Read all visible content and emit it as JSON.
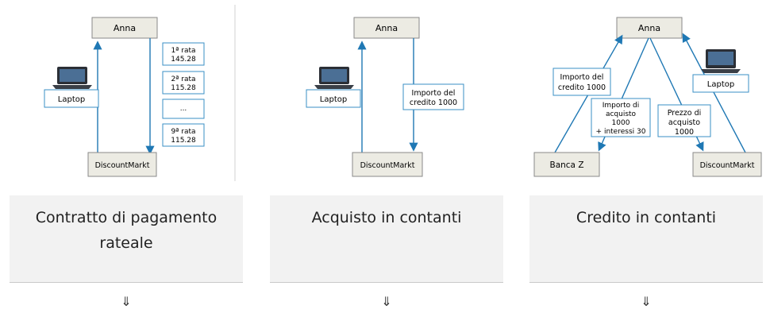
{
  "columns": [
    {
      "caption": "Contratto di pagamento rateale",
      "arrow": "⇓",
      "nodes": {
        "anna": "Anna",
        "shop": "DiscountMarkt",
        "laptop": "Laptop"
      },
      "installments": [
        {
          "label": "1ª rata",
          "amount": "145.28"
        },
        {
          "label": "2ª rata",
          "amount": "115.28"
        },
        {
          "label": "...",
          "amount": ""
        },
        {
          "label": "9ª rata",
          "amount": "115.28"
        }
      ]
    },
    {
      "caption": "Acquisto in contanti",
      "arrow": "⇓",
      "nodes": {
        "anna": "Anna",
        "shop": "DiscountMarkt",
        "laptop": "Laptop"
      },
      "flow_label": [
        "Importo del",
        "credito 1000"
      ]
    },
    {
      "caption": "Credito in contanti",
      "arrow": "⇓",
      "nodes": {
        "anna": "Anna",
        "bank": "Banca Z",
        "shop": "DiscountMarkt",
        "laptop": "Laptop"
      },
      "credit_label": [
        "Importo del",
        "credito 1000"
      ],
      "repay_label": [
        "Importo di",
        "acquisto",
        "1000",
        "+ interessi 30"
      ],
      "price_label": [
        "Prezzo di",
        "acquisto",
        "1000"
      ]
    }
  ],
  "colors": {
    "arrow": "#1f78b4",
    "node_fill": "#ecebe3",
    "node_stroke": "#8a8a8a",
    "label_stroke": "#3a8fc4"
  }
}
